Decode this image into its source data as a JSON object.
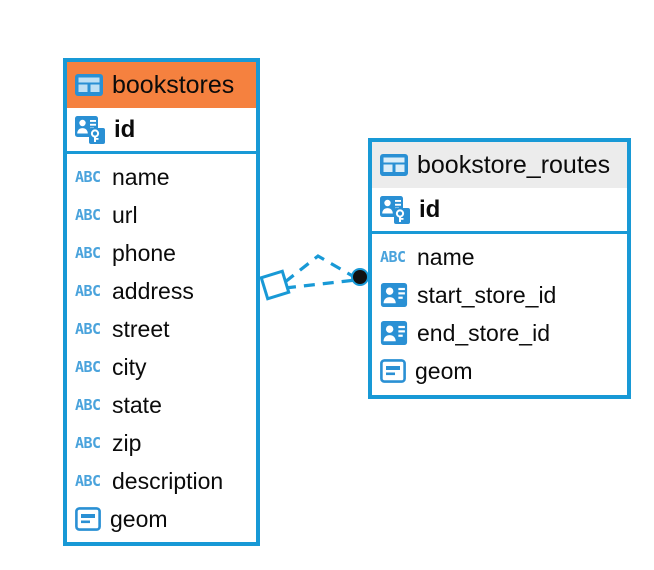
{
  "diagram": {
    "type": "entity-relationship-diagram",
    "background_color": "#FFFFFF",
    "accent_color": "#1899D6",
    "highlight_color": "#F5813F",
    "entities": [
      {
        "name": "bookstores",
        "header_color": "#F5813F",
        "header_icon": "table-icon",
        "primary_key": {
          "name": "id",
          "icon": "primary-key-icon"
        },
        "fields": [
          {
            "name": "name",
            "icon": "text-field-icon"
          },
          {
            "name": "url",
            "icon": "text-field-icon"
          },
          {
            "name": "phone",
            "icon": "text-field-icon"
          },
          {
            "name": "address",
            "icon": "text-field-icon"
          },
          {
            "name": "street",
            "icon": "text-field-icon"
          },
          {
            "name": "city",
            "icon": "text-field-icon"
          },
          {
            "name": "state",
            "icon": "text-field-icon"
          },
          {
            "name": "zip",
            "icon": "text-field-icon"
          },
          {
            "name": "description",
            "icon": "text-field-icon"
          },
          {
            "name": "geom",
            "icon": "geometry-field-icon"
          }
        ]
      },
      {
        "name": "bookstore_routes",
        "header_color": "#ECECEC",
        "header_icon": "table-icon",
        "primary_key": {
          "name": "id",
          "icon": "primary-key-icon"
        },
        "fields": [
          {
            "name": "name",
            "icon": "text-field-icon"
          },
          {
            "name": "start_store_id",
            "icon": "foreign-key-icon"
          },
          {
            "name": "end_store_id",
            "icon": "foreign-key-icon"
          },
          {
            "name": "geom",
            "icon": "geometry-field-icon"
          }
        ]
      }
    ],
    "relationships": [
      {
        "from": "bookstores",
        "to": "bookstore_routes",
        "line_style": "dashed",
        "source_marker": "diamond",
        "target_marker": "filled-circle",
        "color": "#1899D6"
      },
      {
        "from": "bookstores",
        "to": "bookstore_routes",
        "line_style": "dashed",
        "source_marker": "diamond",
        "target_marker": "filled-circle",
        "color": "#1899D6"
      }
    ],
    "icon_labels": {
      "text_field": "ABC"
    }
  }
}
